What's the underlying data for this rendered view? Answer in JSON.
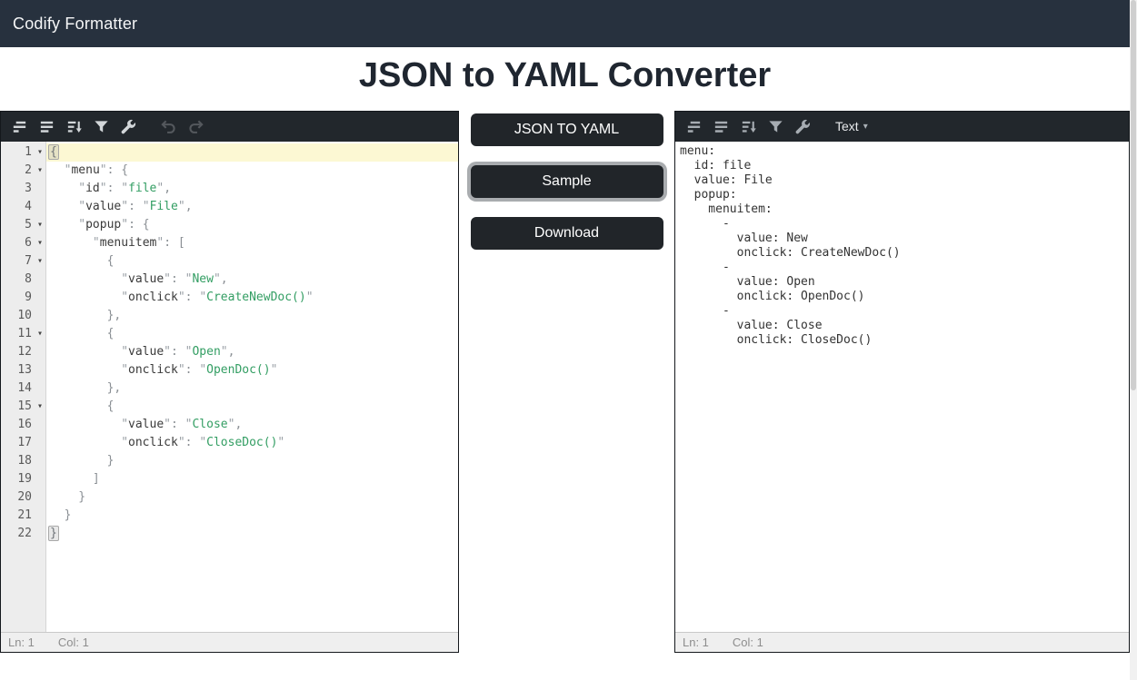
{
  "nav": {
    "brand": "Codify Formatter"
  },
  "page": {
    "title": "JSON to YAML Converter"
  },
  "palette": {
    "nav_bg": "#27313e",
    "toolbar_bg": "#22272c",
    "button_bg": "#212529",
    "active_line_yellow": "#fcf8d3",
    "string_green": "#339e63",
    "gutter_bg": "#ededed",
    "focus_ring_gray": "#a9acaf"
  },
  "left_editor": {
    "toolbar_icons": [
      {
        "name": "compact-icon",
        "disabled": false
      },
      {
        "name": "format-icon",
        "disabled": false
      },
      {
        "name": "sort-icon",
        "disabled": false
      },
      {
        "name": "filter-icon",
        "disabled": false
      },
      {
        "name": "repair-icon",
        "disabled": false
      },
      {
        "name": "undo-icon",
        "disabled": true
      },
      {
        "name": "redo-icon",
        "disabled": true
      }
    ],
    "lines": [
      {
        "n": 1,
        "ind": 0,
        "fold": true,
        "active": true,
        "tokens": [
          [
            "m",
            "{"
          ]
        ]
      },
      {
        "n": 2,
        "ind": 1,
        "fold": true,
        "tokens": [
          [
            "q",
            "\""
          ],
          [
            "k",
            "menu"
          ],
          [
            "q",
            "\""
          ],
          [
            "p",
            ": {"
          ]
        ]
      },
      {
        "n": 3,
        "ind": 2,
        "fold": false,
        "tokens": [
          [
            "q",
            "\""
          ],
          [
            "k",
            "id"
          ],
          [
            "q",
            "\""
          ],
          [
            "p",
            ": "
          ],
          [
            "q",
            "\""
          ],
          [
            "s",
            "file"
          ],
          [
            "q",
            "\""
          ],
          [
            "p",
            ","
          ]
        ]
      },
      {
        "n": 4,
        "ind": 2,
        "fold": false,
        "tokens": [
          [
            "q",
            "\""
          ],
          [
            "k",
            "value"
          ],
          [
            "q",
            "\""
          ],
          [
            "p",
            ": "
          ],
          [
            "q",
            "\""
          ],
          [
            "s",
            "File"
          ],
          [
            "q",
            "\""
          ],
          [
            "p",
            ","
          ]
        ]
      },
      {
        "n": 5,
        "ind": 2,
        "fold": true,
        "tokens": [
          [
            "q",
            "\""
          ],
          [
            "k",
            "popup"
          ],
          [
            "q",
            "\""
          ],
          [
            "p",
            ": {"
          ]
        ]
      },
      {
        "n": 6,
        "ind": 3,
        "fold": true,
        "tokens": [
          [
            "q",
            "\""
          ],
          [
            "k",
            "menuitem"
          ],
          [
            "q",
            "\""
          ],
          [
            "p",
            ": ["
          ]
        ]
      },
      {
        "n": 7,
        "ind": 4,
        "fold": true,
        "tokens": [
          [
            "p",
            "{"
          ]
        ]
      },
      {
        "n": 8,
        "ind": 5,
        "fold": false,
        "tokens": [
          [
            "q",
            "\""
          ],
          [
            "k",
            "value"
          ],
          [
            "q",
            "\""
          ],
          [
            "p",
            ": "
          ],
          [
            "q",
            "\""
          ],
          [
            "s",
            "New"
          ],
          [
            "q",
            "\""
          ],
          [
            "p",
            ","
          ]
        ]
      },
      {
        "n": 9,
        "ind": 5,
        "fold": false,
        "tokens": [
          [
            "q",
            "\""
          ],
          [
            "k",
            "onclick"
          ],
          [
            "q",
            "\""
          ],
          [
            "p",
            ": "
          ],
          [
            "q",
            "\""
          ],
          [
            "s",
            "CreateNewDoc()"
          ],
          [
            "q",
            "\""
          ]
        ]
      },
      {
        "n": 10,
        "ind": 4,
        "fold": false,
        "tokens": [
          [
            "p",
            "},"
          ]
        ]
      },
      {
        "n": 11,
        "ind": 4,
        "fold": true,
        "tokens": [
          [
            "p",
            "{"
          ]
        ]
      },
      {
        "n": 12,
        "ind": 5,
        "fold": false,
        "tokens": [
          [
            "q",
            "\""
          ],
          [
            "k",
            "value"
          ],
          [
            "q",
            "\""
          ],
          [
            "p",
            ": "
          ],
          [
            "q",
            "\""
          ],
          [
            "s",
            "Open"
          ],
          [
            "q",
            "\""
          ],
          [
            "p",
            ","
          ]
        ]
      },
      {
        "n": 13,
        "ind": 5,
        "fold": false,
        "tokens": [
          [
            "q",
            "\""
          ],
          [
            "k",
            "onclick"
          ],
          [
            "q",
            "\""
          ],
          [
            "p",
            ": "
          ],
          [
            "q",
            "\""
          ],
          [
            "s",
            "OpenDoc()"
          ],
          [
            "q",
            "\""
          ]
        ]
      },
      {
        "n": 14,
        "ind": 4,
        "fold": false,
        "tokens": [
          [
            "p",
            "},"
          ]
        ]
      },
      {
        "n": 15,
        "ind": 4,
        "fold": true,
        "tokens": [
          [
            "p",
            "{"
          ]
        ]
      },
      {
        "n": 16,
        "ind": 5,
        "fold": false,
        "tokens": [
          [
            "q",
            "\""
          ],
          [
            "k",
            "value"
          ],
          [
            "q",
            "\""
          ],
          [
            "p",
            ": "
          ],
          [
            "q",
            "\""
          ],
          [
            "s",
            "Close"
          ],
          [
            "q",
            "\""
          ],
          [
            "p",
            ","
          ]
        ]
      },
      {
        "n": 17,
        "ind": 5,
        "fold": false,
        "tokens": [
          [
            "q",
            "\""
          ],
          [
            "k",
            "onclick"
          ],
          [
            "q",
            "\""
          ],
          [
            "p",
            ": "
          ],
          [
            "q",
            "\""
          ],
          [
            "s",
            "CloseDoc()"
          ],
          [
            "q",
            "\""
          ]
        ]
      },
      {
        "n": 18,
        "ind": 4,
        "fold": false,
        "tokens": [
          [
            "p",
            "}"
          ]
        ]
      },
      {
        "n": 19,
        "ind": 3,
        "fold": false,
        "tokens": [
          [
            "p",
            "]"
          ]
        ]
      },
      {
        "n": 20,
        "ind": 2,
        "fold": false,
        "tokens": [
          [
            "p",
            "}"
          ]
        ]
      },
      {
        "n": 21,
        "ind": 1,
        "fold": false,
        "tokens": [
          [
            "p",
            "}"
          ]
        ]
      },
      {
        "n": 22,
        "ind": 0,
        "fold": false,
        "tokens": [
          [
            "m",
            "}"
          ]
        ]
      }
    ],
    "status": {
      "line": "Ln: 1",
      "col": "Col: 1"
    }
  },
  "middle": {
    "buttons": [
      {
        "name": "convert-button",
        "label": "JSON TO YAML",
        "focused": false
      },
      {
        "name": "sample-button",
        "label": "Sample",
        "focused": true
      },
      {
        "name": "download-button",
        "label": "Download",
        "focused": false
      }
    ]
  },
  "right_editor": {
    "toolbar_icons": [
      {
        "name": "compact-icon",
        "disabled": false
      },
      {
        "name": "format-icon",
        "disabled": false
      },
      {
        "name": "sort-icon",
        "disabled": false
      },
      {
        "name": "filter-icon",
        "disabled": false
      },
      {
        "name": "repair-icon",
        "disabled": false
      }
    ],
    "mode_dropdown": {
      "label": "Text",
      "caret": "▾"
    },
    "lines": [
      "menu:",
      "  id: file",
      "  value: File",
      "  popup:",
      "    menuitem:",
      "      -",
      "        value: New",
      "        onclick: CreateNewDoc()",
      "      -",
      "        value: Open",
      "        onclick: OpenDoc()",
      "      -",
      "        value: Close",
      "        onclick: CloseDoc()"
    ],
    "status": {
      "line": "Ln: 1",
      "col": "Col: 1"
    }
  }
}
